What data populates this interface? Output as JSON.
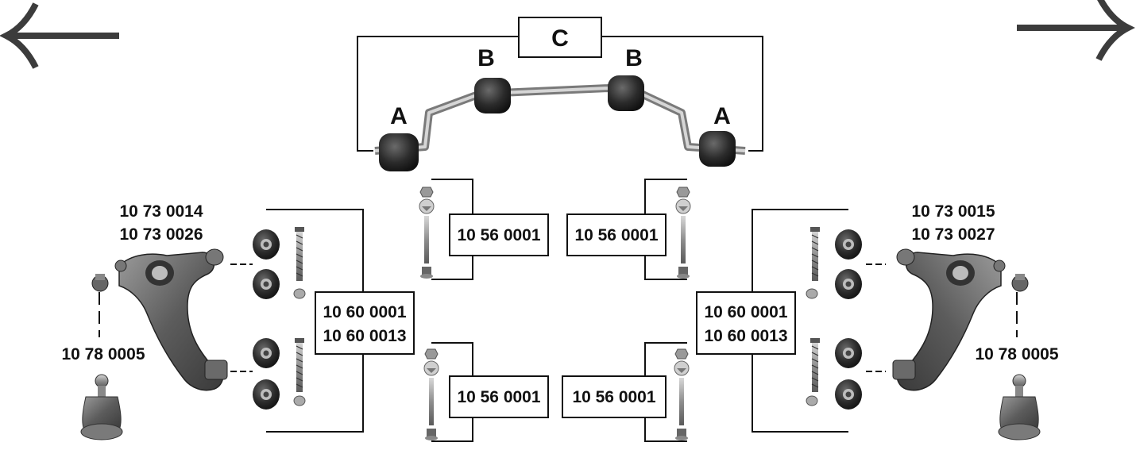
{
  "stabilizer": {
    "label_c": "C",
    "label_b_left": "B",
    "label_b_right": "B",
    "label_a_left": "A",
    "label_a_right": "A"
  },
  "left_arm": {
    "part_line1": "10 73 0014",
    "part_line2": "10 73 0026",
    "ball_joint": "10 78 0005",
    "bushing_line1": "10 60 0001",
    "bushing_line2": "10 60 0013"
  },
  "right_arm": {
    "part_line1": "10 73 0015",
    "part_line2": "10 73 0027",
    "ball_joint": "10 78 0005",
    "bushing_line1": "10 60 0001",
    "bushing_line2": "10 60 0013"
  },
  "bolt_kits": {
    "upper_left": "10 56 0001",
    "upper_right": "10 56 0001",
    "lower_left": "10 56 0001",
    "lower_right": "10 56 0001"
  },
  "navigation": {
    "prev_icon": "arrow-left-icon",
    "next_icon": "arrow-right-icon"
  },
  "colors": {
    "arrow": "#3c3c3c",
    "rubber": "#2a2a2a",
    "metal": "#8a8a8a",
    "text": "#111111"
  }
}
